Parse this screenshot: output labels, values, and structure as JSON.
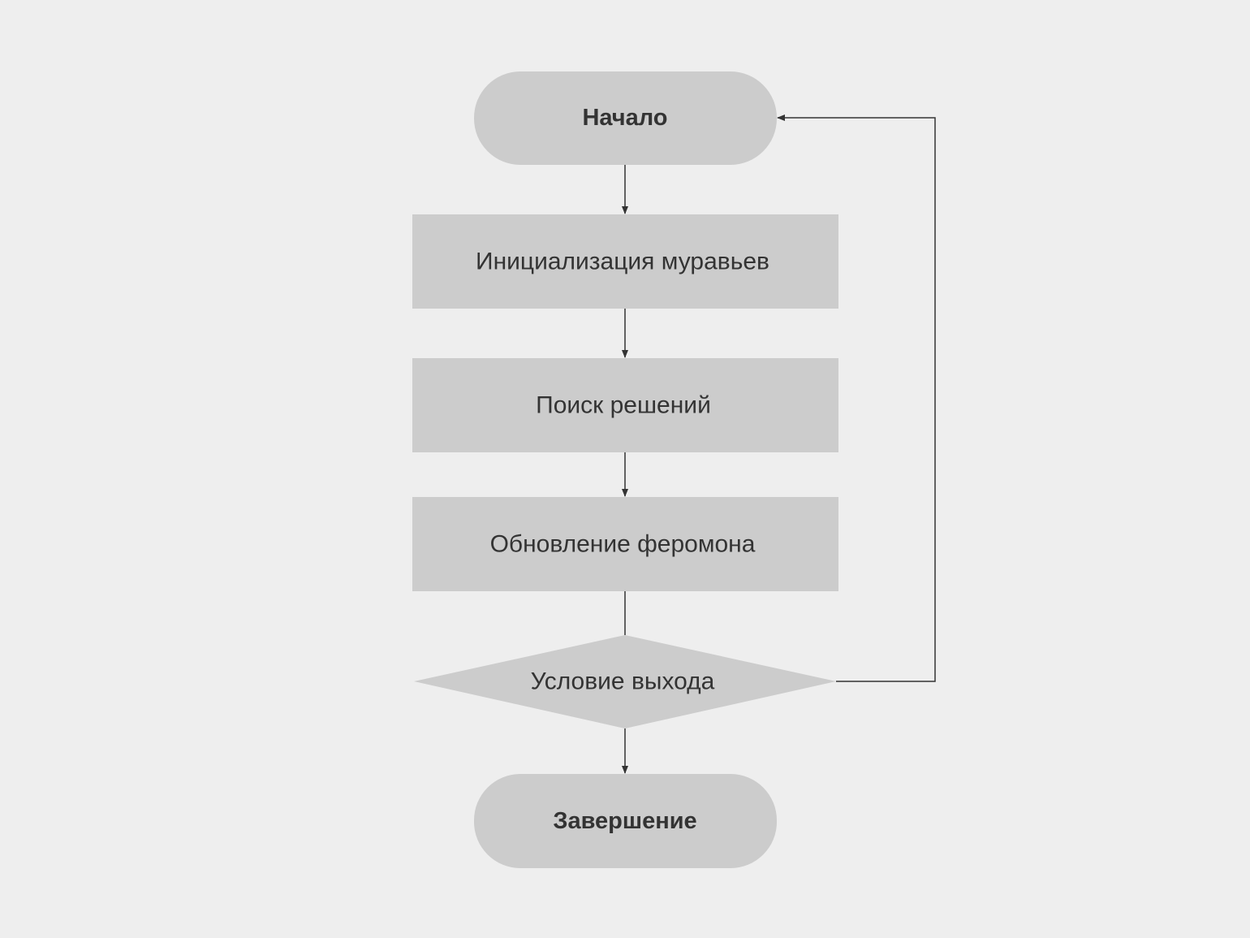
{
  "diagram": {
    "type": "flowchart",
    "colors": {
      "background": "#eeeeee",
      "shape": "#cccccc",
      "text": "#333333",
      "line": "#333333"
    },
    "nodes": {
      "start": {
        "label": "Начало",
        "shape": "terminal"
      },
      "init": {
        "label": "Инициализация муравьев",
        "shape": "process"
      },
      "search": {
        "label": "Поиск решений",
        "shape": "process"
      },
      "update": {
        "label": "Обновление феромона",
        "shape": "process"
      },
      "condition": {
        "label": "Условие выхода",
        "shape": "decision"
      },
      "end": {
        "label": "Завершение",
        "shape": "terminal"
      }
    },
    "edges": [
      {
        "from": "start",
        "to": "init"
      },
      {
        "from": "init",
        "to": "search"
      },
      {
        "from": "search",
        "to": "update"
      },
      {
        "from": "update",
        "to": "condition"
      },
      {
        "from": "condition",
        "to": "end"
      },
      {
        "from": "condition",
        "to": "start"
      }
    ]
  }
}
